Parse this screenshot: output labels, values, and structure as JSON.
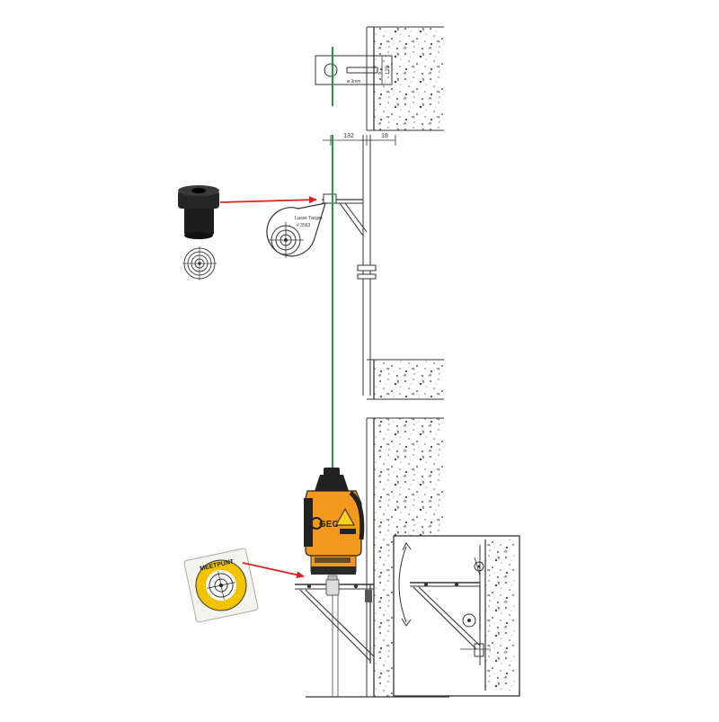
{
  "labels": {
    "hole_diameter": "ø 3mm",
    "plate_height": "120",
    "dim_left": "132",
    "dim_right": "18",
    "target_title": "Laser Target",
    "target_code": "# 3563",
    "sticker_text": "MEETPUNT"
  },
  "colors": {
    "laser_beam": "#1aa33a",
    "pointer_arrow": "#e02020",
    "device_body": "#f39a1e",
    "sticker_ring": "#f2c400",
    "line_art": "#333333"
  }
}
